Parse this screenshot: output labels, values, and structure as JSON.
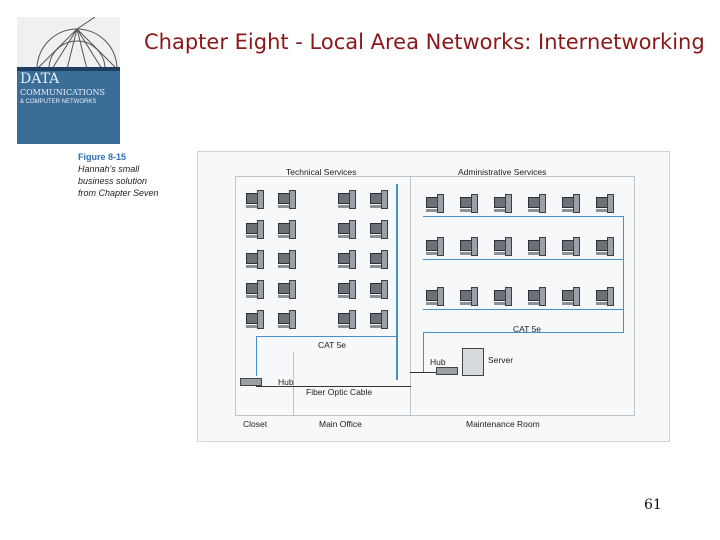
{
  "slide": {
    "title": "Chapter Eight - Local Area Networks: Internetworking",
    "page_number": "61"
  },
  "book_cover": {
    "line1": "DATA",
    "line2": "COMMUNICATIONS",
    "line3": "& COMPUTER NETWORKS",
    "colors": {
      "background": "#3b6d99",
      "top": "#eef0f2"
    }
  },
  "caption": {
    "figure": "Figure 8-15",
    "line1": "Hannah's small",
    "line2": "business solution",
    "line3": "from Chapter Seven"
  },
  "diagram": {
    "labels": {
      "technical_services": "Technical Services",
      "administrative_services": "Administrative Services",
      "cat5e_left": "CAT 5e",
      "cat5e_right": "CAT 5e",
      "hub_left": "Hub",
      "hub_right": "Hub",
      "server": "Server",
      "fiber_optic_cable": "Fiber Optic Cable",
      "closet": "Closet",
      "main_office": "Main Office",
      "maintenance_room": "Maintenance Room"
    },
    "colors": {
      "cable": "#4a90c8",
      "wall": "#bfc4c8"
    }
  }
}
